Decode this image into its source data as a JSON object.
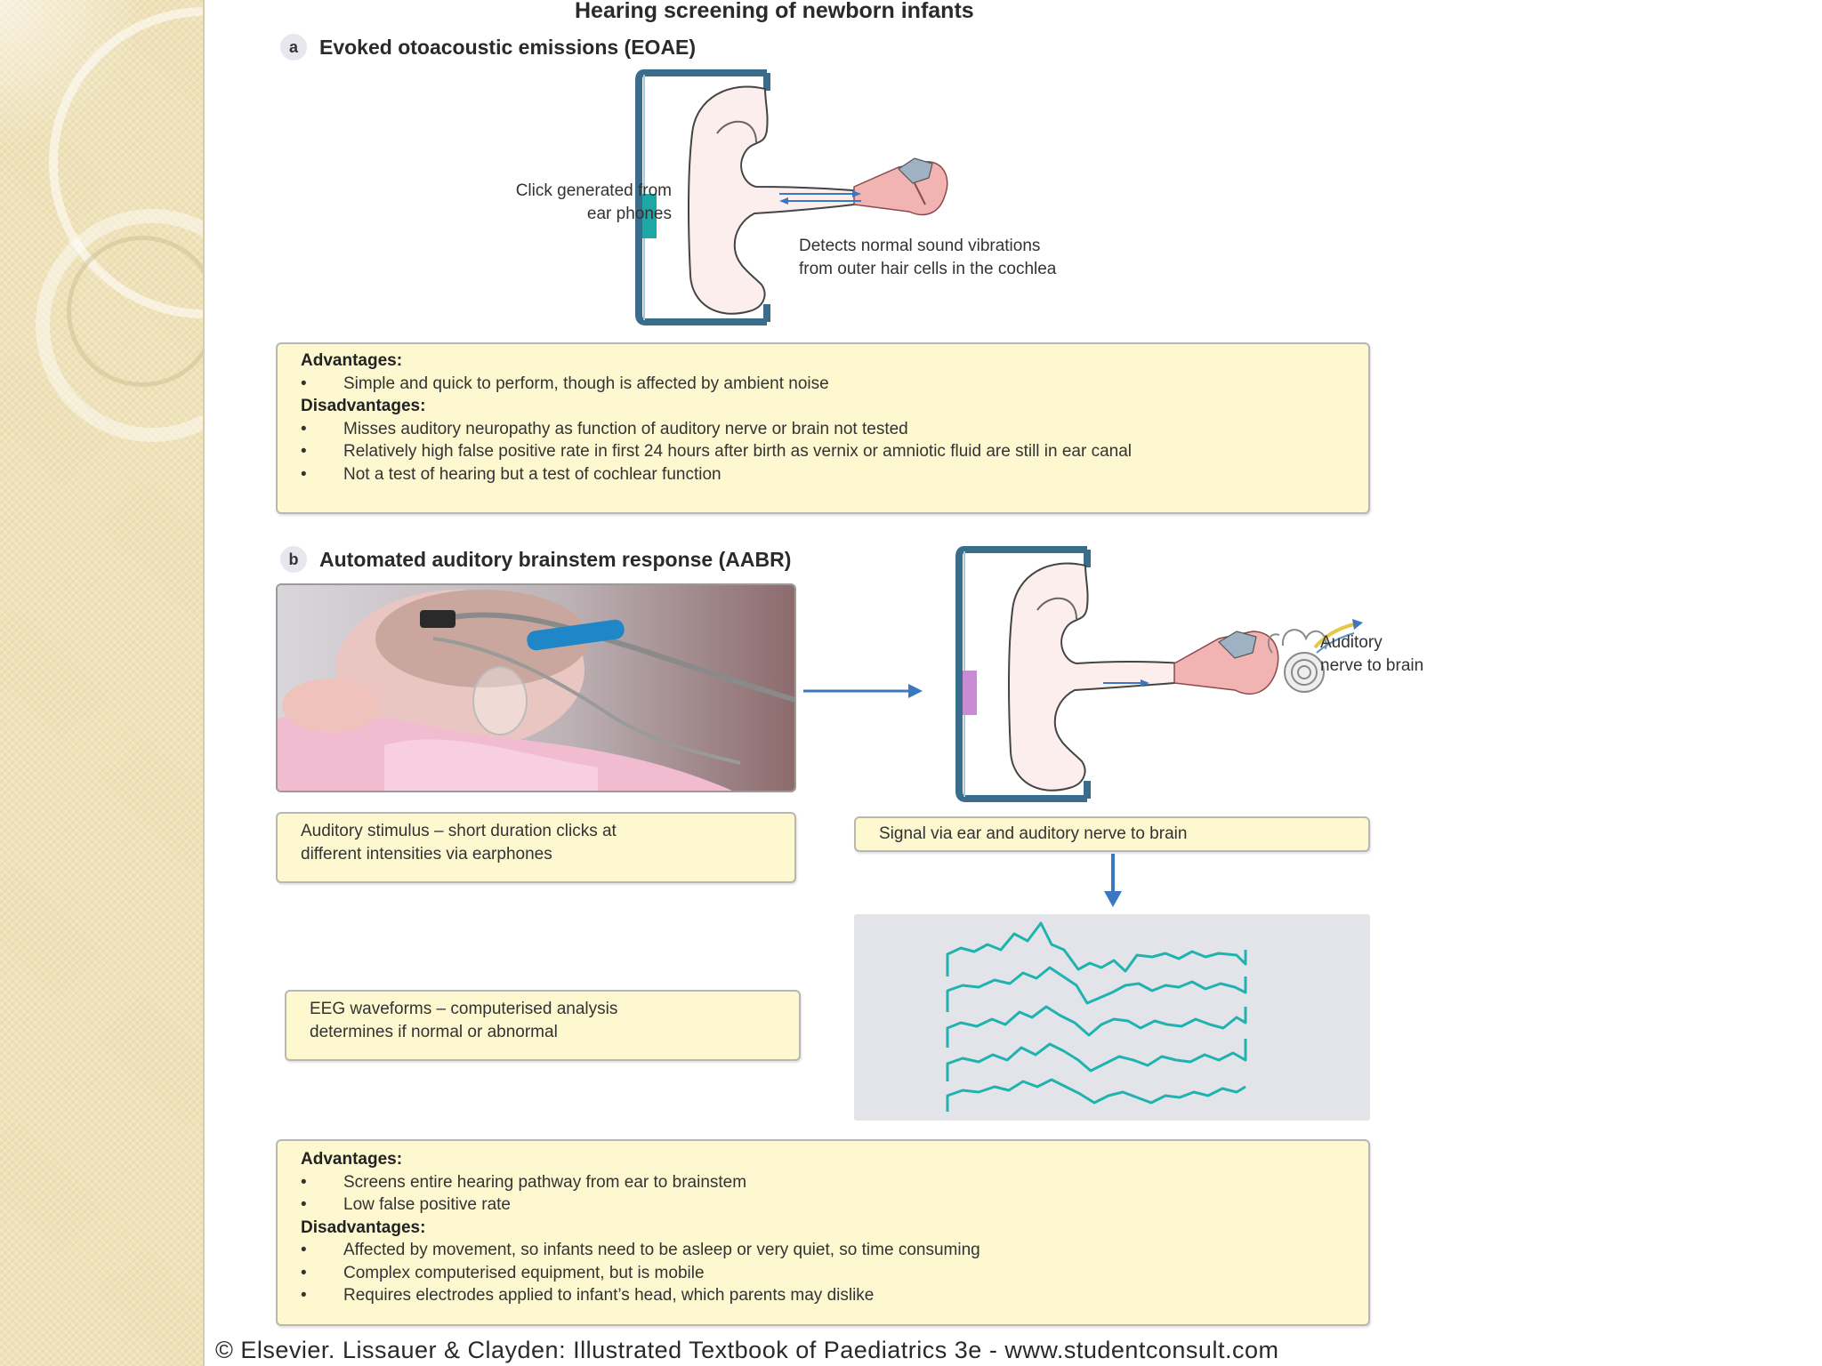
{
  "title": "Hearing screening of newborn infants",
  "section_a": {
    "letter": "a",
    "heading": "Evoked otoacoustic emissions (EOAE)",
    "click_label_lines": [
      "Click generated from",
      "ear phones"
    ],
    "detect_label_lines": [
      "Detects normal sound vibrations",
      "from outer hair cells in the cochlea"
    ],
    "advantages_label": "Advantages:",
    "advantages": [
      "Simple and quick to perform, though is affected by ambient noise"
    ],
    "disadvantages_label": "Disadvantages:",
    "disadvantages": [
      "Misses auditory neuropathy as function of auditory nerve or brain not tested",
      "Relatively high false positive rate in first 24 hours after birth as vernix or amniotic fluid are still in ear canal",
      "Not a test of hearing but a test of cochlear function"
    ]
  },
  "section_b": {
    "letter": "b",
    "heading": "Automated auditory brainstem response (AABR)",
    "nerve_label_lines": [
      "Auditory",
      "nerve to brain"
    ],
    "stimulus_box_lines": [
      "Auditory stimulus – short duration clicks at",
      "different intensities via earphones"
    ],
    "signal_box": "Signal via ear and auditory nerve to brain",
    "eeg_box_lines": [
      "EEG waveforms – computerised analysis",
      "determines if normal or abnormal"
    ],
    "advantages_label": "Advantages:",
    "advantages": [
      "Screens entire hearing pathway from ear to brainstem",
      "Low false positive rate"
    ],
    "disadvantages_label": "Disadvantages:",
    "disadvantages": [
      "Affected by movement, so infants need to be asleep or very quiet, so time consuming",
      "Complex computerised equipment, but is mobile",
      "Requires electrodes applied to infant’s head, which parents may dislike"
    ]
  },
  "footer": "© Elsevier. Lissauer & Clayden: Illustrated Textbook of Paediatrics 3e - www.studentconsult.com",
  "colors": {
    "sidebar": "#efe2b8",
    "box_fill": "#fdf8d0",
    "box_border": "#b9b7b2",
    "wave": "#1fb3b0",
    "arrow": "#3b78c1",
    "earphone_frame": "#3a6d8c",
    "eoae_pad": "#1fa7a7",
    "aabr_pad": "#c98bd4"
  }
}
